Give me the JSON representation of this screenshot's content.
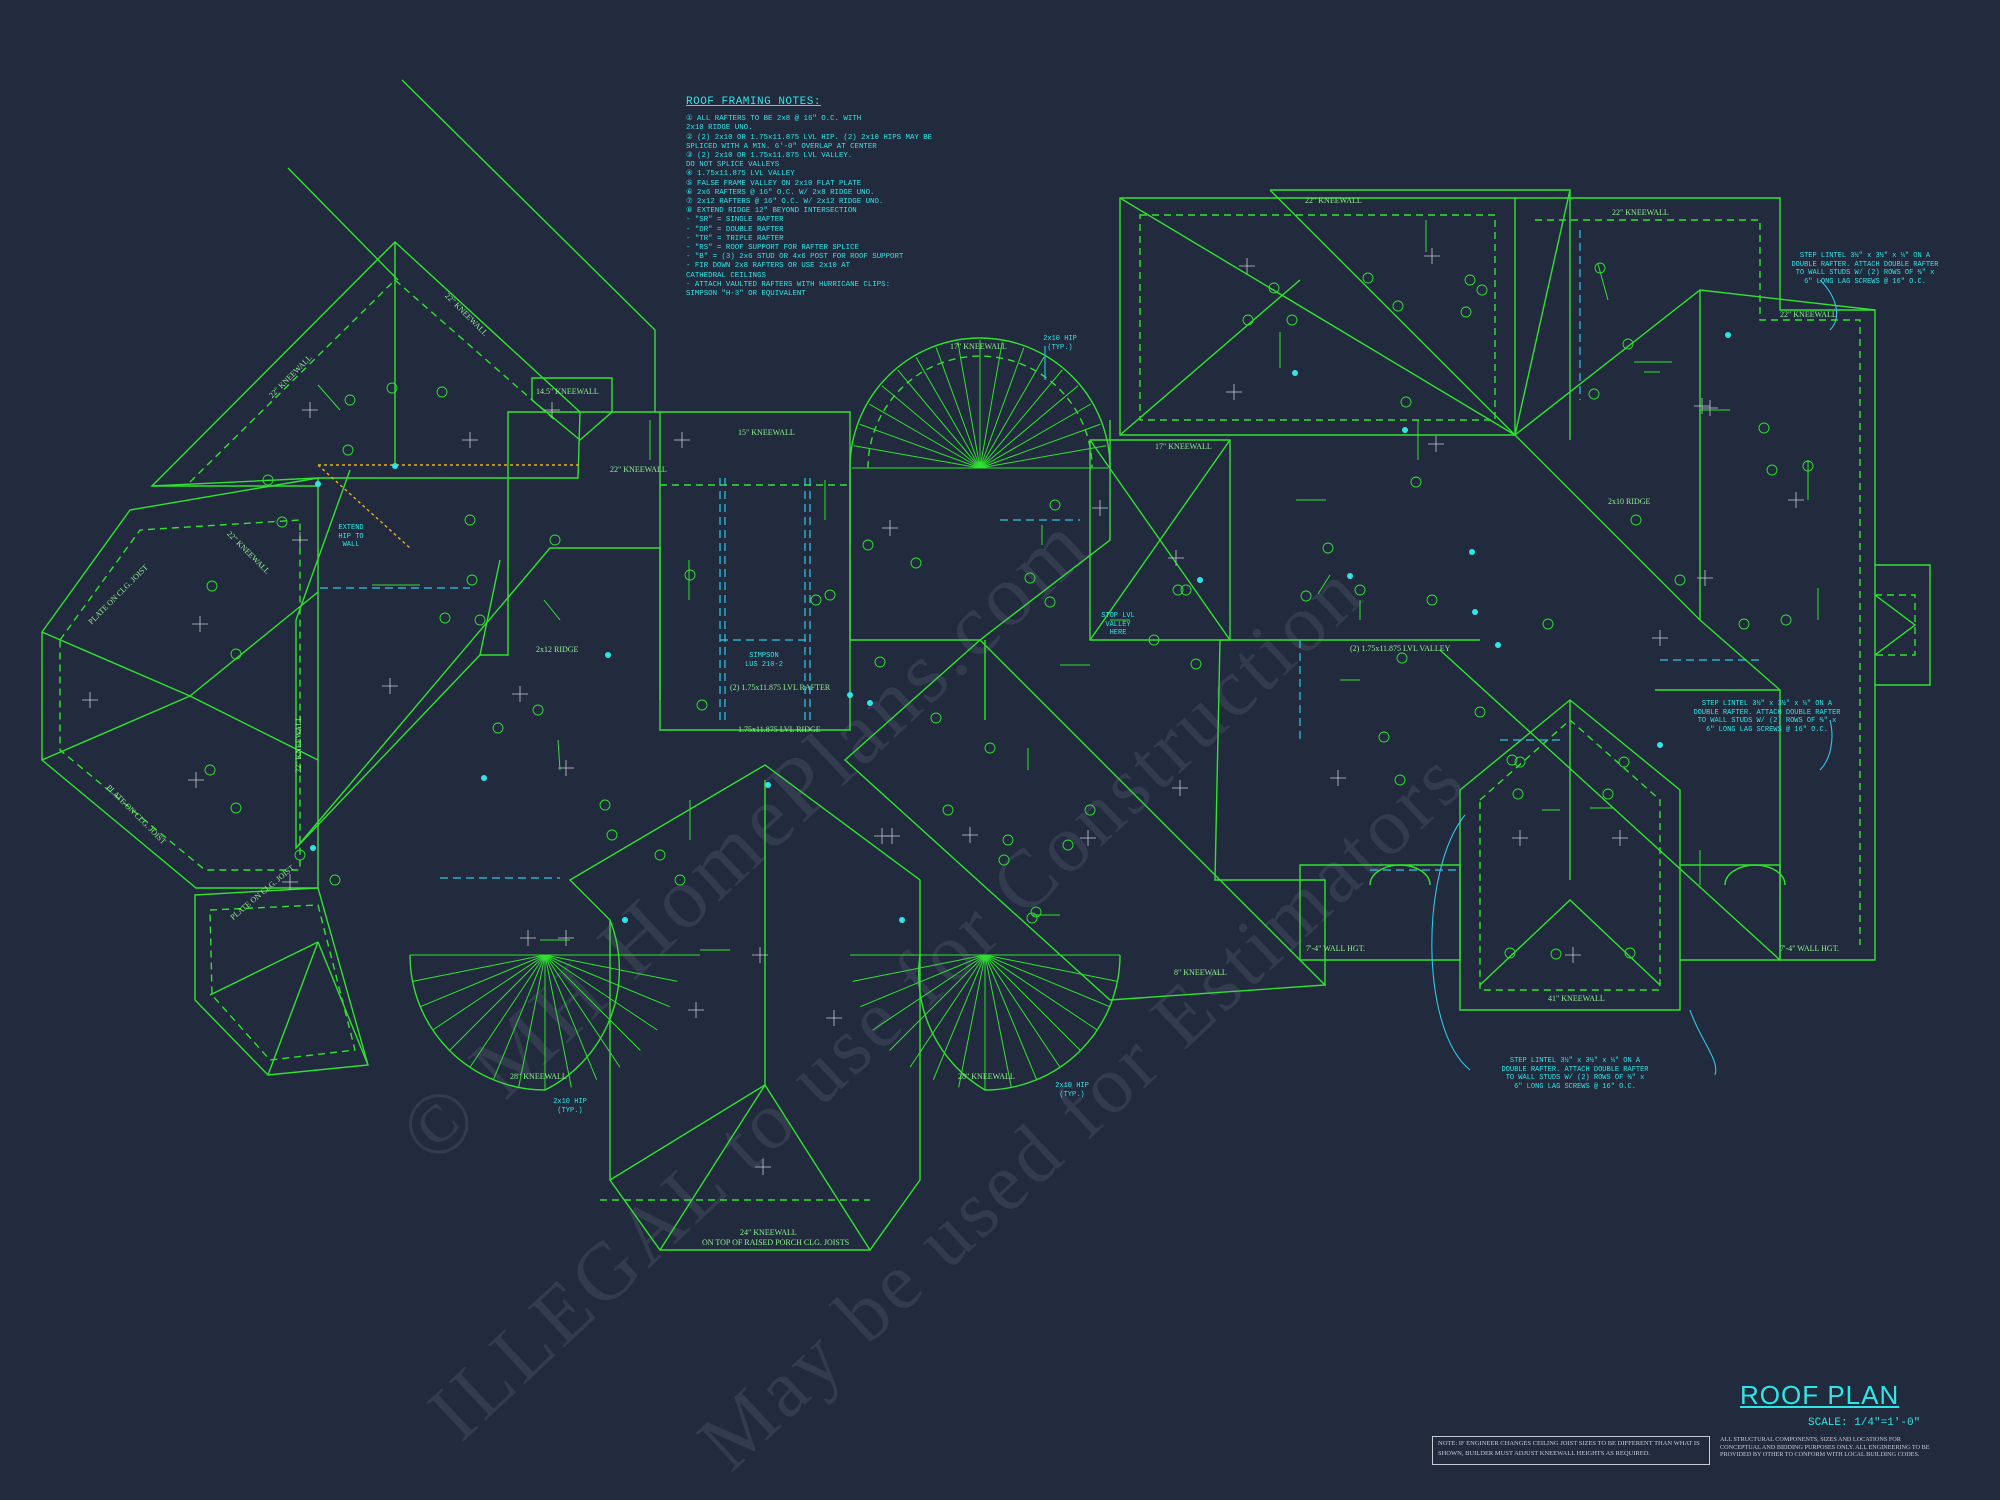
{
  "plan": {
    "title": "ROOF PLAN",
    "scale": "SCALE: 1/4\"=1'-0\""
  },
  "notes": {
    "heading": "ROOF FRAMING NOTES:",
    "lines": [
      "① ALL RAFTERS TO BE 2x8 @ 16\" O.C. WITH",
      "   2x10 RIDGE UNO.",
      "② (2) 2x10 OR 1.75x11.875 LVL HIP. (2) 2x10 HIPS MAY BE",
      "   SPLICED WITH A MIN. 6'-0\" OVERLAP AT CENTER",
      "③ (2) 2x10 OR 1.75x11.875 LVL VALLEY.",
      "   DO NOT SPLICE VALLEYS",
      "④ 1.75x11.875 LVL VALLEY",
      "⑤ FALSE FRAME VALLEY ON 2x10 FLAT PLATE",
      "⑥ 2x6 RAFTERS @ 16\" O.C. W/ 2x8 RIDGE UNO.",
      "⑦ 2x12 RAFTERS @ 16\" O.C. W/ 2x12 RIDGE UNO.",
      "⑧ EXTEND RIDGE 12\" BEYOND INTERSECTION",
      " - \"SR\" = SINGLE RAFTER",
      " - \"DR\" = DOUBLE RAFTER",
      " - \"TR\" = TRIPLE RAFTER",
      " - \"RS\" = ROOF SUPPORT FOR RAFTER SPLICE",
      " - \"B\" = (3) 2x6 STUD OR 4x6 POST FOR ROOF SUPPORT",
      " - FIR DOWN 2x8 RAFTERS OR USE 2x10 AT",
      "   CATHEDRAL CEILINGS",
      " - ATTACH VAULTED RAFTERS WITH HURRICANE CLIPS:",
      "   SIMPSON \"H-3\" OR EQUIVALENT"
    ]
  },
  "callouts": {
    "lintel_top": "STEP LINTEL 3½\" x 3½\" x ¼\" ON A DOUBLE RAFTER. ATTACH DOUBLE RAFTER TO WALL STUDS W/ (2) ROWS OF ⅜\" x 6\" LONG LAG SCREWS @ 16\" O.C.",
    "lintel_mid": "STEP LINTEL 3½\" x 3½\" x ¼\" ON A DOUBLE RAFTER. ATTACH DOUBLE RAFTER TO WALL STUDS W/ (2) ROWS OF ⅜\" x 6\" LONG LAG SCREWS @ 16\" O.C.",
    "lintel_bottom": "STEP LINTEL 3½\" x 3½\" x ¼\" ON A DOUBLE RAFTER. ATTACH DOUBLE RAFTER TO WALL STUDS W/ (2) ROWS OF ⅜\" x 6\" LONG LAG SCREWS @ 16\" O.C.",
    "hip_typ_1": "2x10 HIP (TYP.)",
    "hip_typ_2": "2x10 HIP (TYP.)",
    "hip_typ_3": "2x10 HIP (TYP.)",
    "extend_hip": "EXTEND HIP TO WALL",
    "simpson": "SIMPSON LUS 210-2",
    "stop_valley": "STOP LVL VALLEY HERE"
  },
  "labels": {
    "kw22_a": "22\" KNEEWALL",
    "kw22_b": "22\" KNEEWALL",
    "kw22_c": "22\" KNEEWALL",
    "kw22_d": "22\" KNEEWALL",
    "kw22_e": "22\" KNEEWALL",
    "kw22_f": "22\" KNEEWALL",
    "kw22_g": "22\" KNEEWALL",
    "kw22_h": "22\" KNEEWALL",
    "kw145": "14.5\" KNEEWALL",
    "kw15": "15\" KNEEWALL",
    "kw17a": "17\" KNEEWALL",
    "kw17b": "17\" KNEEWALL",
    "kw8": "8\" KNEEWALL",
    "kw41": "41\" KNEEWALL",
    "kw28a": "28\" KNEEWALL",
    "kw28b": "28\" KNEEWALL",
    "kw24": "24\" KNEEWALL",
    "kw24_sub": "ON TOP OF RAISED PORCH CLG. JOISTS",
    "wall74a": "7'-4\" WALL HGT.",
    "wall74b": "7'-4\" WALL HGT.",
    "plate1": "PLATE ON CLG. JOIST",
    "plate2": "PLATE ON CLG. JOIST",
    "plate3": "PLATE ON CLG. JOIST",
    "ridge_2x12": "2x12 RIDGE",
    "ridge_2x10": "2x10 RIDGE",
    "lvl_ridge": "1.75x11.875 LVL RIDGE",
    "lvl_valley": "(2) 1.75x11.875 LVL VALLEY",
    "lvl_rafter": "(2) 1.75x11.875 LVL RAFTER"
  },
  "footer": {
    "engineer_note": "NOTE: IF ENGINEER CHANGES CEILING JOIST SIZES TO BE DIFFERENT THAN WHAT IS SHOWN, BUILDER MUST ADJUST KNEEWALL HEIGHTS AS REQUIRED.",
    "structural_note": "ALL STRUCTURAL COMPONENTS, SIZES AND LOCATIONS FOR CONCEPTUAL AND BIDDING PURPOSES ONLY. ALL ENGINEERING TO BE PROVIDED BY OTHER TO CONFORM WITH LOCAL BUILDING CODES."
  },
  "watermark": {
    "line1": "© MH HomePlans.com",
    "line2": "ILLEGAL to use for Construction",
    "line3": "May be used for Estimators"
  },
  "colors": {
    "background": "#222a3e",
    "linework": "#2fe32f",
    "annotation": "#2ee6e6",
    "accent": "#e8b020"
  }
}
